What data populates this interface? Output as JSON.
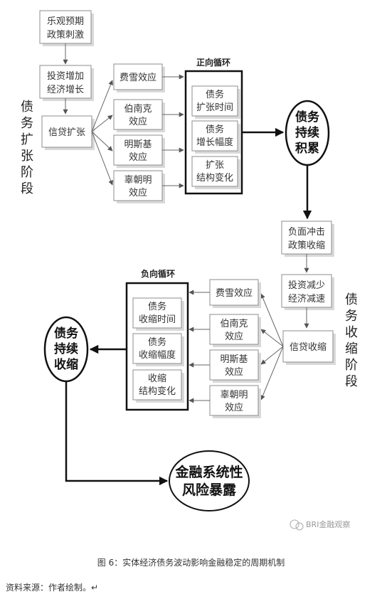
{
  "stage_labels": {
    "expansion": [
      "债",
      "务",
      "扩",
      "张",
      "阶",
      "段"
    ],
    "contraction": [
      "债",
      "务",
      "收",
      "缩",
      "阶",
      "段"
    ]
  },
  "top_boxes": {
    "optimism": [
      "乐观预期",
      "政策刺激"
    ],
    "investment": [
      "投资增加",
      "经济增长"
    ],
    "credit": [
      "信贷扩张"
    ]
  },
  "effects": {
    "fisher": [
      "费雪效应"
    ],
    "bernanke": [
      "伯南克",
      "效应"
    ],
    "minsky": [
      "明斯基",
      "效应"
    ],
    "kuznets": [
      "辜朝明",
      "效应"
    ]
  },
  "positive_cycle": {
    "title": "正向循环",
    "items": [
      [
        "债务",
        "扩张时间"
      ],
      [
        "债务",
        "增长幅度"
      ],
      [
        "扩张",
        "结构变化"
      ]
    ]
  },
  "accumulate": [
    "债务",
    "持续",
    "积累"
  ],
  "bottom_boxes": {
    "shock": [
      "负面冲击",
      "政策收缩"
    ],
    "investment_down": [
      "投资减少",
      "经济减速"
    ],
    "credit_down": [
      "信贷收缩"
    ]
  },
  "negative_cycle": {
    "title": "负向循环",
    "items": [
      [
        "债务",
        "收缩时间"
      ],
      [
        "债务",
        "收缩幅度"
      ],
      [
        "收缩",
        "结构变化"
      ]
    ]
  },
  "contract": [
    "债务",
    "持续",
    "收缩"
  ],
  "risk": [
    "金融系统性",
    "风险暴露"
  ],
  "watermark": "BRI金融观察",
  "caption": "图 6：实体经济债务波动影响金融稳定的周期机制",
  "source": "资料来源：作者绘制。↵"
}
